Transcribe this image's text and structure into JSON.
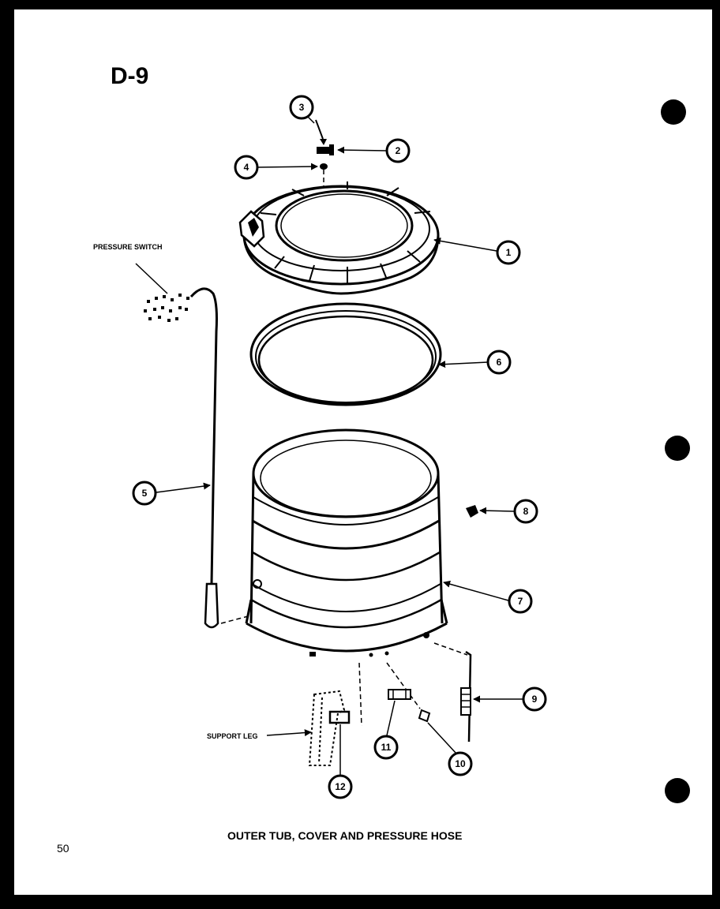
{
  "page_code": "D-9",
  "title": "OUTER TUB, COVER AND PRESSURE HOSE",
  "page_number": "50",
  "labels": {
    "pressure_switch": "PRESSURE SWITCH",
    "support_leg": "SUPPORT LEG"
  },
  "callouts": [
    "1",
    "2",
    "3",
    "4",
    "5",
    "6",
    "7",
    "8",
    "9",
    "10",
    "11",
    "12"
  ]
}
